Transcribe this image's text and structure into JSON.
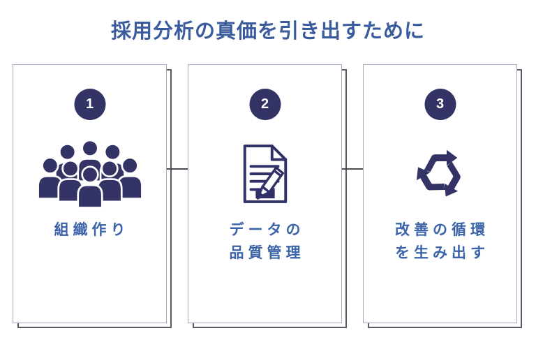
{
  "title": "採用分析の真価を引き出すために",
  "colors": {
    "title_blue": "#3A5C9E",
    "label_blue": "#3A63A8",
    "icon_navy": "#333366",
    "card_border": "#A9A9C2",
    "stack_border": "#5A5A64",
    "connector": "#4B4B52"
  },
  "cards": [
    {
      "number": "1",
      "icon": "people-group-icon",
      "label_lines": [
        "組織作り",
        ""
      ]
    },
    {
      "number": "2",
      "icon": "document-pencil-icon",
      "label_lines": [
        "データの",
        "品質管理"
      ]
    },
    {
      "number": "3",
      "icon": "recycle-icon",
      "label_lines": [
        "改善の循環",
        "を生み出す"
      ]
    }
  ]
}
